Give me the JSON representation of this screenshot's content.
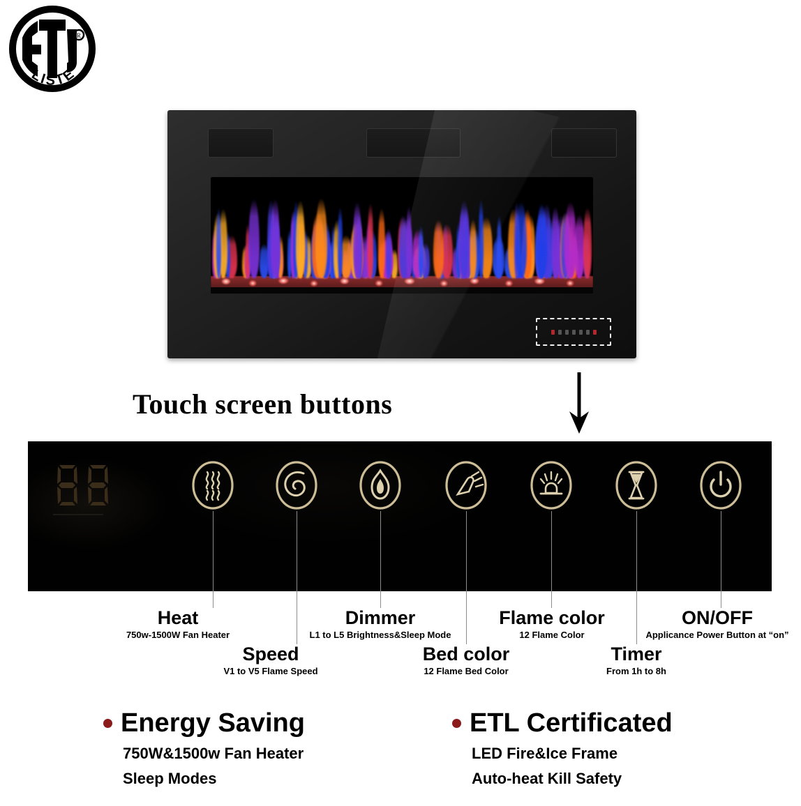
{
  "certification": {
    "logo_name": "etl-listed-logo",
    "main_text": "ETL",
    "sub_text": "LISTED",
    "registered_mark": "®"
  },
  "product": {
    "name": "wall-mounted-electric-fireplace",
    "vents": 3,
    "touch_strip_label": "touch-control-strip",
    "touch_strip_dots": [
      "#b3282d",
      "#555555",
      "#555555",
      "#555555",
      "#555555",
      "#555555",
      "#b3282d"
    ]
  },
  "callout": {
    "title": "Touch screen buttons",
    "arrow": "down-arrow"
  },
  "panel": {
    "display_value": "8.8.",
    "display_color": "#3b2f1c",
    "icon_color": "#d8c9a3",
    "background": "#010101",
    "buttons": [
      {
        "icon": "heat-waves-icon",
        "name": "heat"
      },
      {
        "icon": "spiral-icon",
        "name": "speed"
      },
      {
        "icon": "flame-icon",
        "name": "dimmer"
      },
      {
        "icon": "lamp-rays-icon",
        "name": "bed-color"
      },
      {
        "icon": "dome-rays-icon",
        "name": "flame-color"
      },
      {
        "icon": "hourglass-icon",
        "name": "timer"
      },
      {
        "icon": "power-icon",
        "name": "on-off"
      }
    ]
  },
  "labels": [
    {
      "title": "Heat",
      "subtitle": "750w-1500W Fan Heater"
    },
    {
      "title": "Speed",
      "subtitle": "V1 to V5 Flame Speed"
    },
    {
      "title": "Dimmer",
      "subtitle": "L1 to L5 Brightness&Sleep Mode"
    },
    {
      "title": "Bed color",
      "subtitle": "12 Flame Bed Color"
    },
    {
      "title": "Flame color",
      "subtitle": "12 Flame Color"
    },
    {
      "title": "Timer",
      "subtitle": "From 1h to 8h"
    },
    {
      "title": "ON/OFF",
      "subtitle": "Applicance Power Button at “on”"
    }
  ],
  "features": [
    {
      "bullet_color": "#8b1a1a",
      "heading": "Energy Saving",
      "lines": [
        "750W&1500w Fan Heater",
        "Sleep Modes"
      ]
    },
    {
      "bullet_color": "#8b1a1a",
      "heading": "ETL Certificated",
      "lines": [
        "LED Fire&Ice Frame",
        "Auto-heat Kill Safety"
      ]
    }
  ]
}
